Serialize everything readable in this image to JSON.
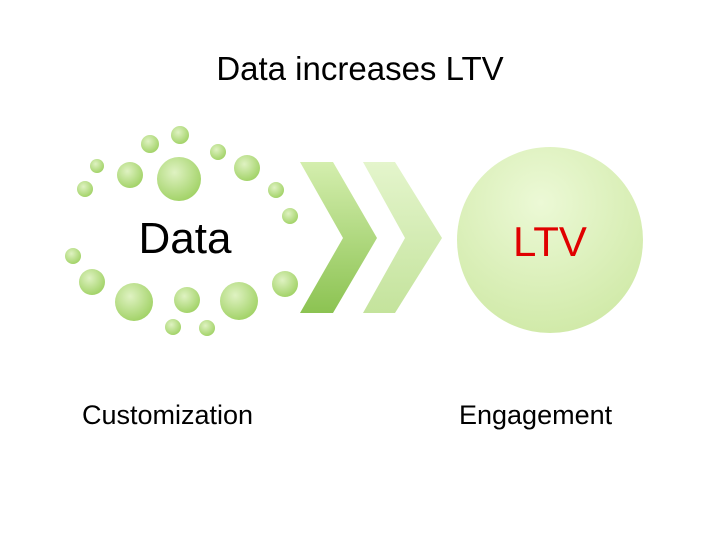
{
  "title": "Data increases LTV",
  "source_label": "Data",
  "target_label": "LTV",
  "left_caption": "Customization",
  "right_caption": "Engagement",
  "colors": {
    "bubble": "#a9d86e",
    "chevron_dark": "#94c85a",
    "chevron_light": "#c9e6a3",
    "target_circle": "#dcf0b8",
    "target_text": "#e00000"
  }
}
